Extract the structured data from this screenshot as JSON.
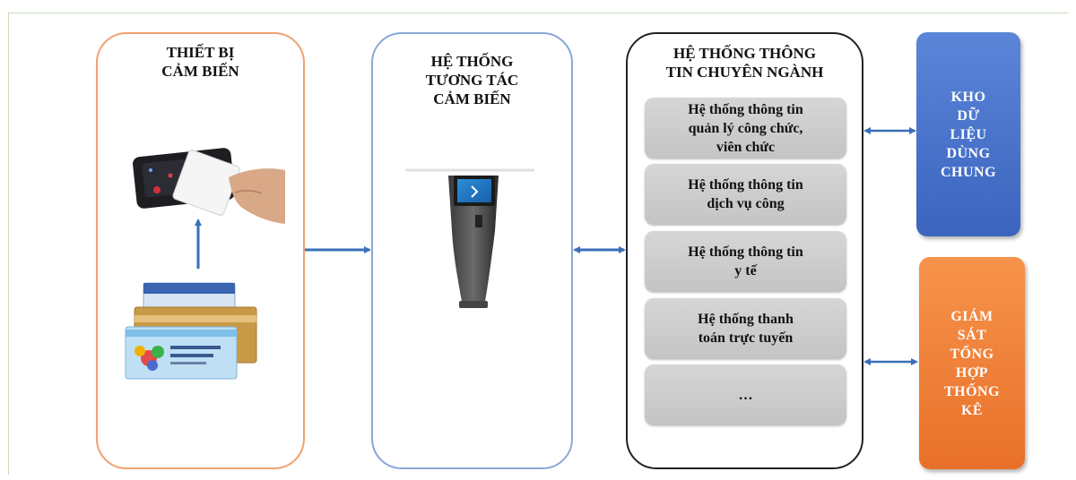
{
  "columns": {
    "sensor_devices": {
      "title": "THIẾT BỊ\nCẢM BIẾN"
    },
    "sensor_interaction": {
      "title": "HỆ THỐNG\nTƯƠNG TÁC\nCẢM BIẾN"
    },
    "specialized_systems": {
      "title": "HỆ THỐNG THÔNG\nTIN CHUYÊN NGÀNH",
      "items": [
        "Hệ thống thông tin\nquản lý công chức,\nviên chức",
        "Hệ thống thông tin\ndịch vụ công",
        "Hệ thống thông tin\ny tế",
        "Hệ thống thanh\ntoán trực tuyến",
        "…"
      ]
    }
  },
  "side_boxes": {
    "shared_data": "KHO\nDỮ\nLIỆU\nDÙNG\nCHUNG",
    "monitoring": "GIÁM\nSÁT\nTỔNG\nHỢP\nTHỐNG\nKÊ"
  },
  "colors": {
    "device_border": "#f0a070",
    "kiosk_border": "#88a8d8",
    "system_border": "#222222",
    "shared_data_fill": "#4a75cc",
    "monitoring_fill": "#f08038",
    "arrow": "#3a6fb8"
  },
  "icons": [
    "card-reader-icon",
    "id-cards-icon",
    "kiosk-icon"
  ]
}
